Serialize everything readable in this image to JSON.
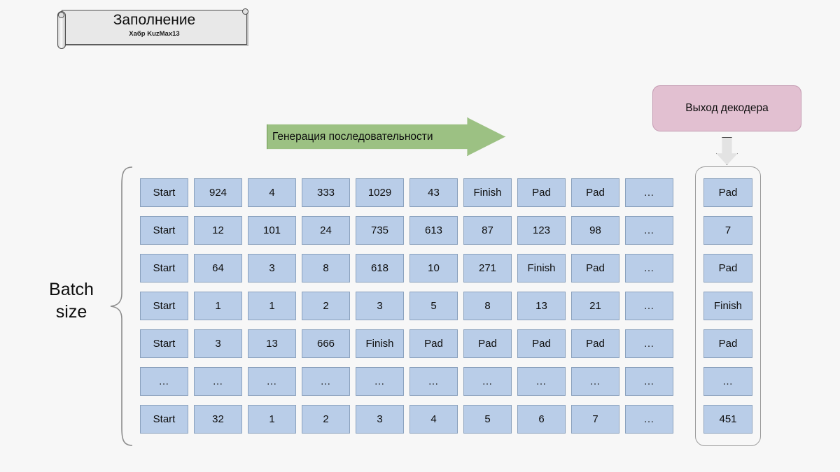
{
  "banner": {
    "title": "Заполнение",
    "subtitle": "Хабр KuzMax13"
  },
  "gen_arrow": {
    "label": "Генерация последовательности",
    "color": "#9cc183"
  },
  "decoder": {
    "label": "Выход декодера",
    "color": "#e2c0d1"
  },
  "batch": {
    "label_line1": "Batch",
    "label_line2": "size"
  },
  "colors": {
    "background": "#f7f7f7",
    "cell_fill": "#b9cde8",
    "cell_border": "#8aa1bd",
    "arrow_green": "#9cc183",
    "decoder_pink": "#e2c0d1",
    "banner_fill": "#e8e8e8"
  },
  "grid": {
    "columns": 10,
    "rows": 7,
    "cells": [
      [
        "Start",
        "924",
        "4",
        "333",
        "1029",
        "43",
        "Finish",
        "Pad",
        "Pad",
        "…"
      ],
      [
        "Start",
        "12",
        "101",
        "24",
        "735",
        "613",
        "87",
        "123",
        "98",
        "…"
      ],
      [
        "Start",
        "64",
        "3",
        "8",
        "618",
        "10",
        "271",
        "Finish",
        "Pad",
        "…"
      ],
      [
        "Start",
        "1",
        "1",
        "2",
        "3",
        "5",
        "8",
        "13",
        "21",
        "…"
      ],
      [
        "Start",
        "3",
        "13",
        "666",
        "Finish",
        "Pad",
        "Pad",
        "Pad",
        "Pad",
        "…"
      ],
      [
        "…",
        "…",
        "…",
        "…",
        "…",
        "…",
        "…",
        "…",
        "…",
        "…"
      ],
      [
        "Start",
        "32",
        "1",
        "2",
        "3",
        "4",
        "5",
        "6",
        "7",
        "…"
      ]
    ]
  },
  "output_column": {
    "cells": [
      "Pad",
      "7",
      "Pad",
      "Finish",
      "Pad",
      "…",
      "451"
    ]
  }
}
